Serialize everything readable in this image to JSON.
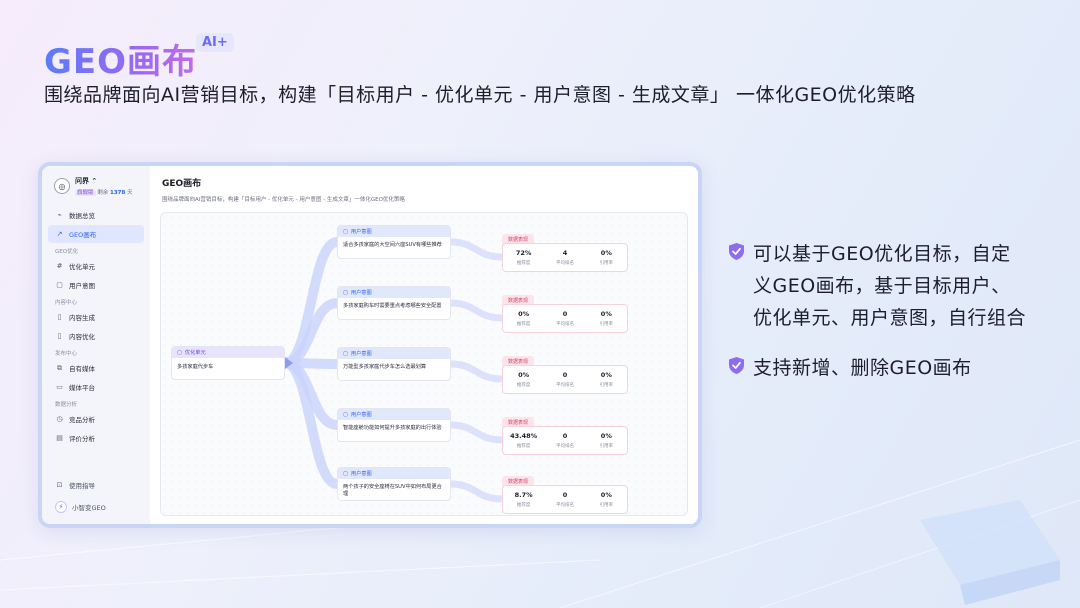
{
  "hero": {
    "title": "GEO画布",
    "badge": "AI+",
    "subtitle": "围绕品牌面向AI营销目标，构建「目标用户 - 优化单元 - 用户意图 - 生成文章」 一体化GEO优化策略"
  },
  "app": {
    "org": {
      "avatar_glyph": "◎",
      "name": "问界 ⌃",
      "tag": "旗舰版",
      "remaining_label": "剩余",
      "days": "1378",
      "days_unit": "天"
    },
    "nav": [
      {
        "label": "数据总览",
        "icon": "chart-icon",
        "glyph": "⌁",
        "active": false
      },
      {
        "label": "GEO画布",
        "icon": "trend-icon",
        "glyph": "↗",
        "active": true
      }
    ],
    "groups": [
      {
        "title": "GEO优化",
        "items": [
          {
            "label": "优化单元",
            "icon": "hash-icon",
            "glyph": "#"
          },
          {
            "label": "用户意图",
            "icon": "comment-icon",
            "glyph": "▢"
          }
        ]
      },
      {
        "title": "内容中心",
        "items": [
          {
            "label": "内容生成",
            "icon": "doc-icon",
            "glyph": "▯"
          },
          {
            "label": "内容优化",
            "icon": "doc-edit-icon",
            "glyph": "▯"
          }
        ]
      },
      {
        "title": "发布中心",
        "items": [
          {
            "label": "自有媒体",
            "icon": "media-icon",
            "glyph": "⧉"
          },
          {
            "label": "媒体平台",
            "icon": "book-icon",
            "glyph": "▭"
          }
        ]
      },
      {
        "title": "数据分析",
        "items": [
          {
            "label": "竞品分析",
            "icon": "clock-icon",
            "glyph": "◷"
          },
          {
            "label": "评价分析",
            "icon": "review-icon",
            "glyph": "▤"
          }
        ]
      }
    ],
    "bottom": {
      "guide_label": "使用指导",
      "guide_glyph": "⊡",
      "assistant_label": "小智变GEO",
      "assistant_glyph": "⚡"
    },
    "main": {
      "title": "GEO画布",
      "description": "围绕品牌面向AI营销目标，构建「目标用户 - 优化单元 - 用户意图 - 生成文章」一体化GEO优化策略"
    },
    "canvas": {
      "unit_node": {
        "head": "优化单元",
        "body": "多孩家庭代步车"
      },
      "intent_head": "用户意图",
      "metrics_tag": "数据表现",
      "metric_labels": [
        "推荐度",
        "平均排名",
        "引用率"
      ],
      "rows": [
        {
          "intent": "适合多孩家庭的大空间六座SUV有哪些推荐",
          "rec": "72%",
          "rank": "4",
          "cite": "0%"
        },
        {
          "intent": "多孩家庭购车时需要重点考虑哪些安全配置",
          "rec": "0%",
          "rank": "0",
          "cite": "0%"
        },
        {
          "intent": "万能型多孩家庭代步车怎么选最划算",
          "rec": "0%",
          "rank": "0",
          "cite": "0%"
        },
        {
          "intent": "智能座舱功能如何提升多孩家庭的出行体验",
          "rec": "43.48%",
          "rank": "0",
          "cite": "0%"
        },
        {
          "intent": "两个孩子的安全座椅在SUV中如何布局更合理",
          "rec": "8.7%",
          "rank": "0",
          "cite": "0%"
        }
      ]
    }
  },
  "features": [
    {
      "text": "可以基于GEO优化目标，自定义GEO画布，基于目标用户、优化单元、用户意图，自行组合"
    },
    {
      "text": "支持新增、删除GEO画布"
    }
  ],
  "colors": {
    "accent": "#2f5ff0",
    "brand_gradient_start": "#5a7cf7",
    "brand_gradient_end": "#c06bea",
    "shield": "#8c6cf0",
    "metric_tag": "#d2466a"
  }
}
